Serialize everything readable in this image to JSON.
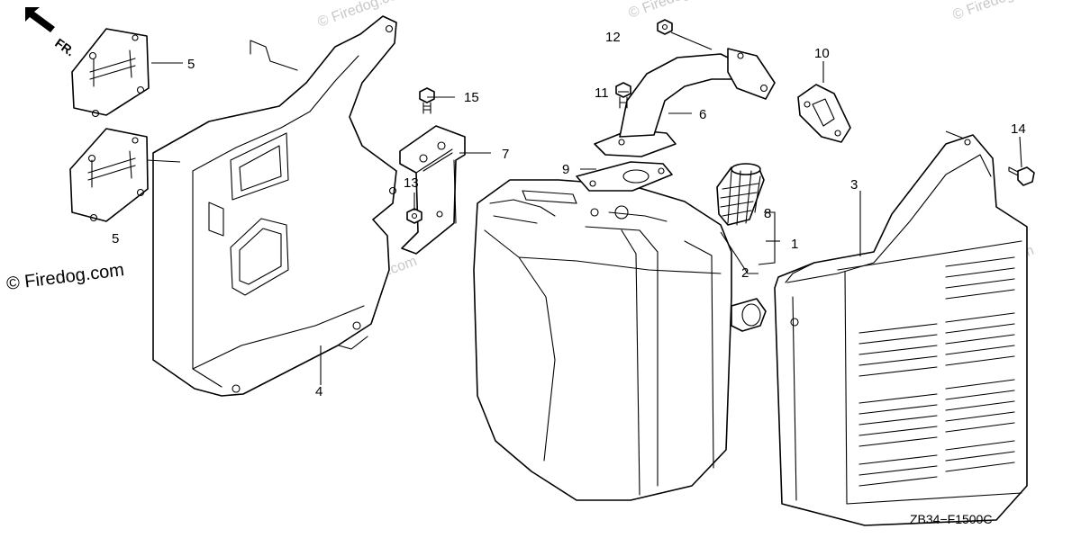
{
  "diagram": {
    "direction_label": "FR.",
    "diagram_code": "ZB34−F1500C",
    "watermark": "© Firedog.com",
    "faint_watermark": "© Firedog.com",
    "callouts": [
      "1",
      "2",
      "3",
      "4",
      "5",
      "5",
      "6",
      "7",
      "8",
      "9",
      "10",
      "11",
      "12",
      "13",
      "14",
      "15"
    ]
  }
}
